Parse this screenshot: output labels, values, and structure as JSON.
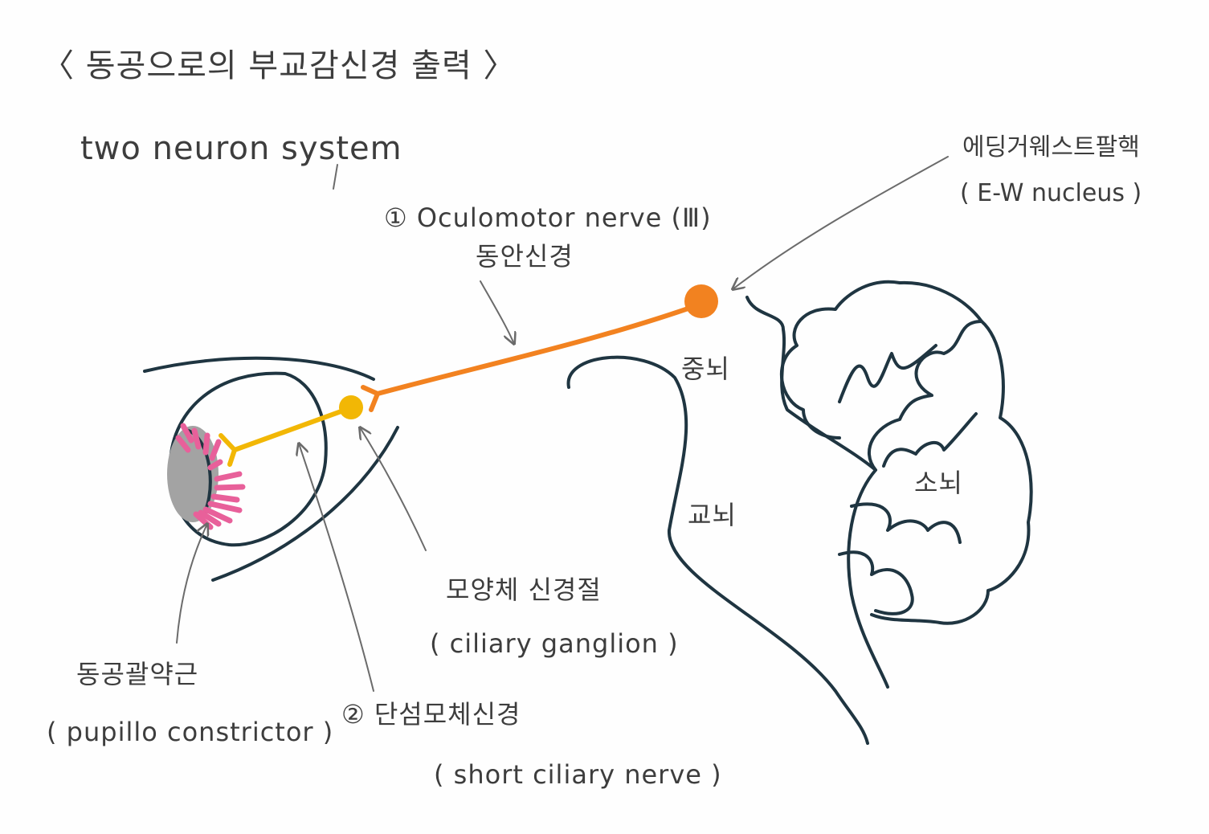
{
  "title": "〈 동공으로의 부교감신경 출력 〉",
  "subtitle": "two neuron system",
  "labels": {
    "ew_ko": "에딩거웨스트팔핵",
    "ew_en": "( E-W nucleus )",
    "oculomotor_en": "① Oculomotor nerve (Ⅲ)",
    "oculomotor_ko": "동안신경",
    "midbrain": "중뇌",
    "pons": "교뇌",
    "cerebellum": "소뇌",
    "ciliary_ganglion_ko": "모양체 신경절",
    "ciliary_ganglion_en": "( ciliary ganglion )",
    "pupillo_ko": "동공괄약근",
    "pupillo_en": "( pupillo constrictor )",
    "short_ciliary_ko": "② 단섬모체신경",
    "short_ciliary_en": "( short ciliary nerve )"
  },
  "colors": {
    "ink": "#1f3541",
    "preganglionic": "#f28220",
    "postganglionic": "#f2b705",
    "sphincter": "#e8609a",
    "pupil": "#a3a3a3",
    "pencil": "#6b6b6b"
  }
}
